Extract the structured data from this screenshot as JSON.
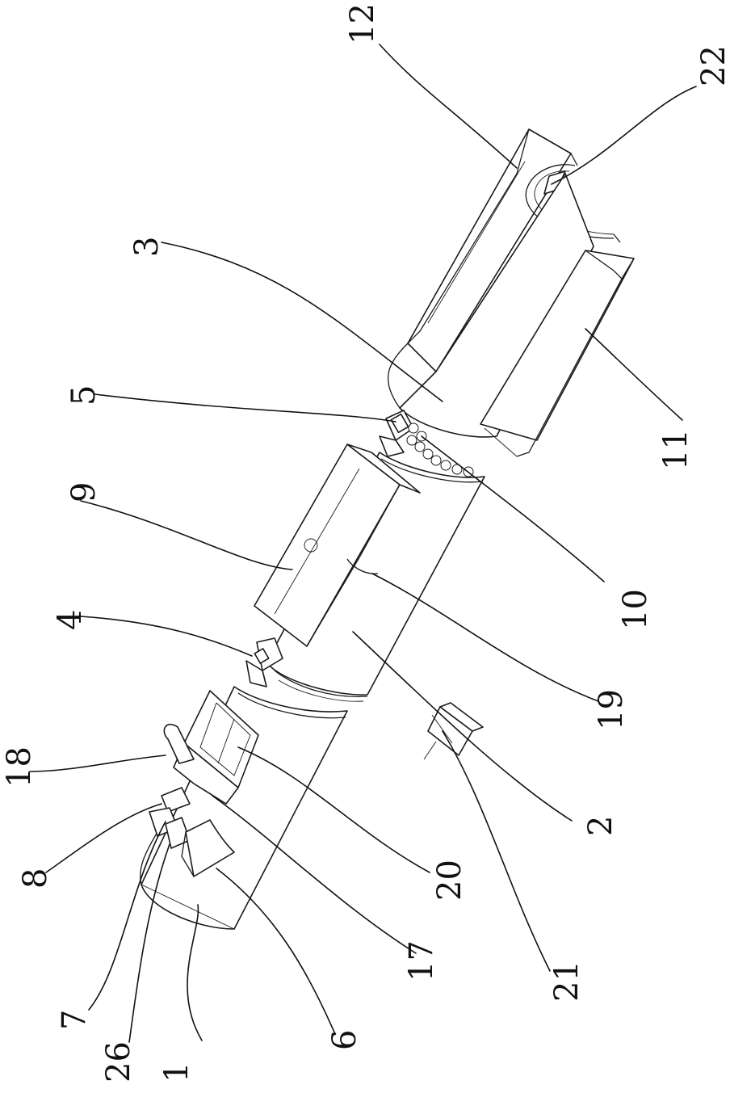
{
  "callouts": [
    {
      "id": "c12",
      "text": "12"
    },
    {
      "id": "c22",
      "text": "22"
    },
    {
      "id": "c3",
      "text": "3"
    },
    {
      "id": "c5",
      "text": "5"
    },
    {
      "id": "c9",
      "text": "9"
    },
    {
      "id": "c11",
      "text": "11"
    },
    {
      "id": "c4",
      "text": "4"
    },
    {
      "id": "c10",
      "text": "10"
    },
    {
      "id": "c19",
      "text": "19"
    },
    {
      "id": "c18",
      "text": "18"
    },
    {
      "id": "c2",
      "text": "2"
    },
    {
      "id": "c8",
      "text": "8"
    },
    {
      "id": "c20",
      "text": "20"
    },
    {
      "id": "c17",
      "text": "17"
    },
    {
      "id": "c21",
      "text": "21"
    },
    {
      "id": "c7",
      "text": "7"
    },
    {
      "id": "c26",
      "text": "26"
    },
    {
      "id": "c1",
      "text": "1"
    },
    {
      "id": "c6",
      "text": "6"
    }
  ]
}
